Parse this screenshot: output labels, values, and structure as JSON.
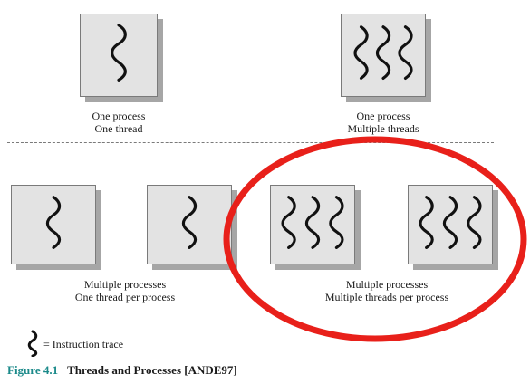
{
  "quadrants": [
    {
      "caption_line1": "One process",
      "caption_line2": "One thread"
    },
    {
      "caption_line1": "One process",
      "caption_line2": "Multiple threads"
    },
    {
      "caption_line1": "Multiple processes",
      "caption_line2": "One thread per process"
    },
    {
      "caption_line1": "Multiple processes",
      "caption_line2": "Multiple threads per process"
    }
  ],
  "legend": {
    "label": "= Instruction trace"
  },
  "figure": {
    "number": "Figure 4.1",
    "title": "Threads and Processes [ANDE97]"
  },
  "colors": {
    "highlight_ring": "#e8201a",
    "figure_number": "#1b8a8a",
    "box_fill": "#e3e3e3",
    "box_shadow": "#a6a6a6"
  }
}
